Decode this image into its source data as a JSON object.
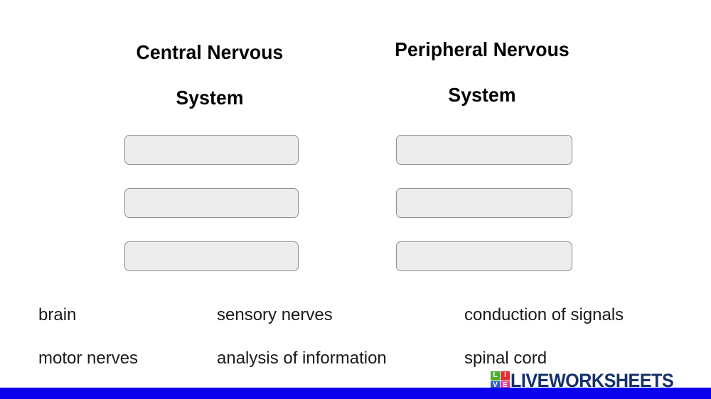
{
  "worksheet": {
    "columns": [
      {
        "id": "central-nervous-system",
        "heading": "Central Nervous\nSystem",
        "answers": [
          {
            "value": "",
            "placeholder": ""
          },
          {
            "value": "",
            "placeholder": ""
          },
          {
            "value": "",
            "placeholder": ""
          }
        ]
      },
      {
        "id": "peripheral-nervous-system",
        "heading": "Peripheral Nervous\nSystem",
        "answers": [
          {
            "value": "",
            "placeholder": ""
          },
          {
            "value": "",
            "placeholder": ""
          },
          {
            "value": "",
            "placeholder": ""
          }
        ]
      }
    ],
    "word_bank": [
      {
        "label": "brain",
        "column": 1,
        "row": 1
      },
      {
        "label": "motor nerves",
        "column": 1,
        "row": 2
      },
      {
        "label": "sensory nerves",
        "column": 2,
        "row": 1
      },
      {
        "label": "analysis of information",
        "column": 2,
        "row": 2
      },
      {
        "label": "conduction of signals",
        "column": 3,
        "row": 1
      },
      {
        "label": "spinal cord",
        "column": 3,
        "row": 2
      }
    ]
  },
  "footer": {
    "brand_name": "LIVEWORKSHEETS",
    "brand_tiles": [
      {
        "letter": "L",
        "color": "#4caf2a"
      },
      {
        "letter": "I",
        "color": "#e03030"
      },
      {
        "letter": "V",
        "color": "#2f5fd0"
      },
      {
        "letter": "E",
        "color": "#e0399a"
      }
    ],
    "bar_color": "#0a00ec",
    "brand_text_color": "#16306b"
  }
}
